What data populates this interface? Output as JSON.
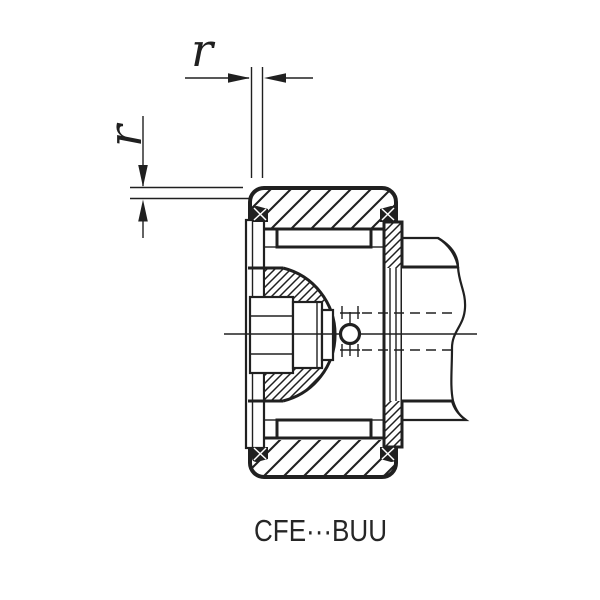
{
  "figure": {
    "type": "engineering-cross-section-drawing",
    "part_label": "CFE···BUU",
    "dimension_top_label": "r",
    "dimension_left_label": "r"
  },
  "colors": {
    "background": "#ffffff",
    "line": "#202020"
  }
}
